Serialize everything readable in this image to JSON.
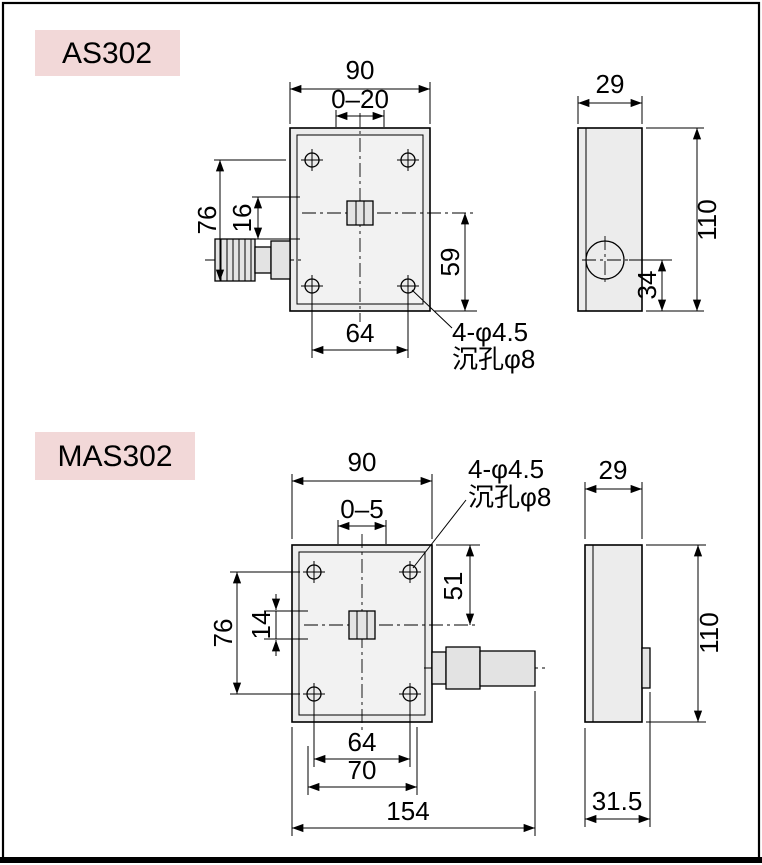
{
  "colors": {
    "page_bg": "#ffffff",
    "label_bg": "#f2d8d8",
    "plate_fill": "#ececec",
    "line": "#000000"
  },
  "as302": {
    "label": "AS302",
    "front": {
      "dim_width": "90",
      "dim_travel": "0–20",
      "dim_height_left": "76",
      "dim_slider": "16",
      "dim_right": "59",
      "dim_screw_span": "64",
      "note_line1": "4-φ4.5",
      "note_line2": "沉孔φ8"
    },
    "side": {
      "dim_depth": "29",
      "dim_height": "110",
      "dim_knob_center": "34"
    }
  },
  "mas302": {
    "label": "MAS302",
    "front": {
      "dim_width": "90",
      "dim_travel": "0–5",
      "note_line1": "4-φ4.5",
      "note_line2": "沉孔φ8",
      "dim_slider_center": "51",
      "dim_height_left": "76",
      "dim_slider": "14",
      "dim_screw_span": "64",
      "dim_base": "70",
      "dim_total": "154"
    },
    "side": {
      "dim_depth": "29",
      "dim_height": "110",
      "dim_bottom": "31.5"
    }
  }
}
